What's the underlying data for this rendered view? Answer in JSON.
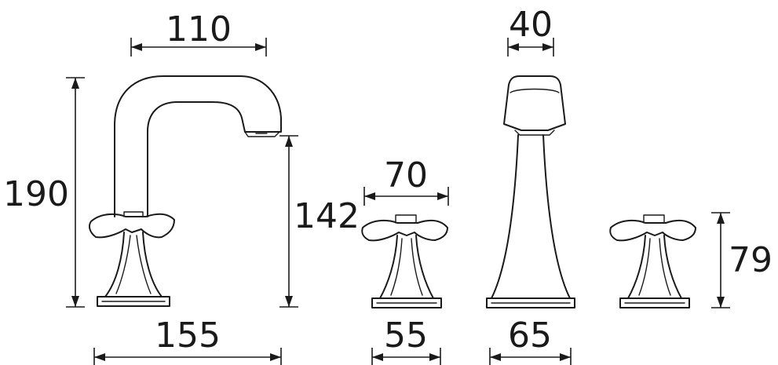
{
  "dimensions": {
    "spout_reach": "110",
    "spout_width": "40",
    "spout_height": "190",
    "spout_outlet_height": "142",
    "handle_span": "70",
    "handle_height": "79",
    "side_view_base": "155",
    "handle_base": "55",
    "spout_base": "65"
  }
}
